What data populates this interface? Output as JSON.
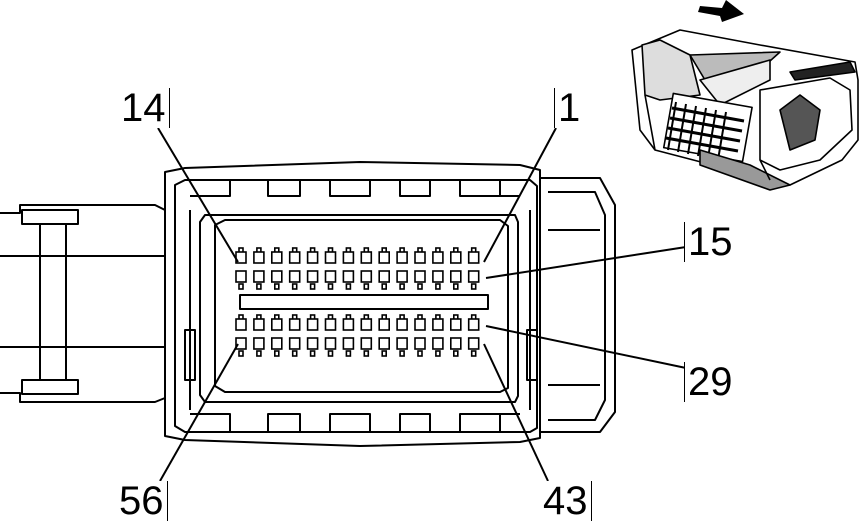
{
  "diagram": {
    "pin_labels": {
      "top_left": "14",
      "top_right": "1",
      "right_upper": "15",
      "right_lower": "29",
      "bottom_left": "56",
      "bottom_right": "43"
    },
    "icons": {
      "direction_arrow": "arrow-right-icon",
      "thumbnail": "connector-3d-view"
    }
  }
}
